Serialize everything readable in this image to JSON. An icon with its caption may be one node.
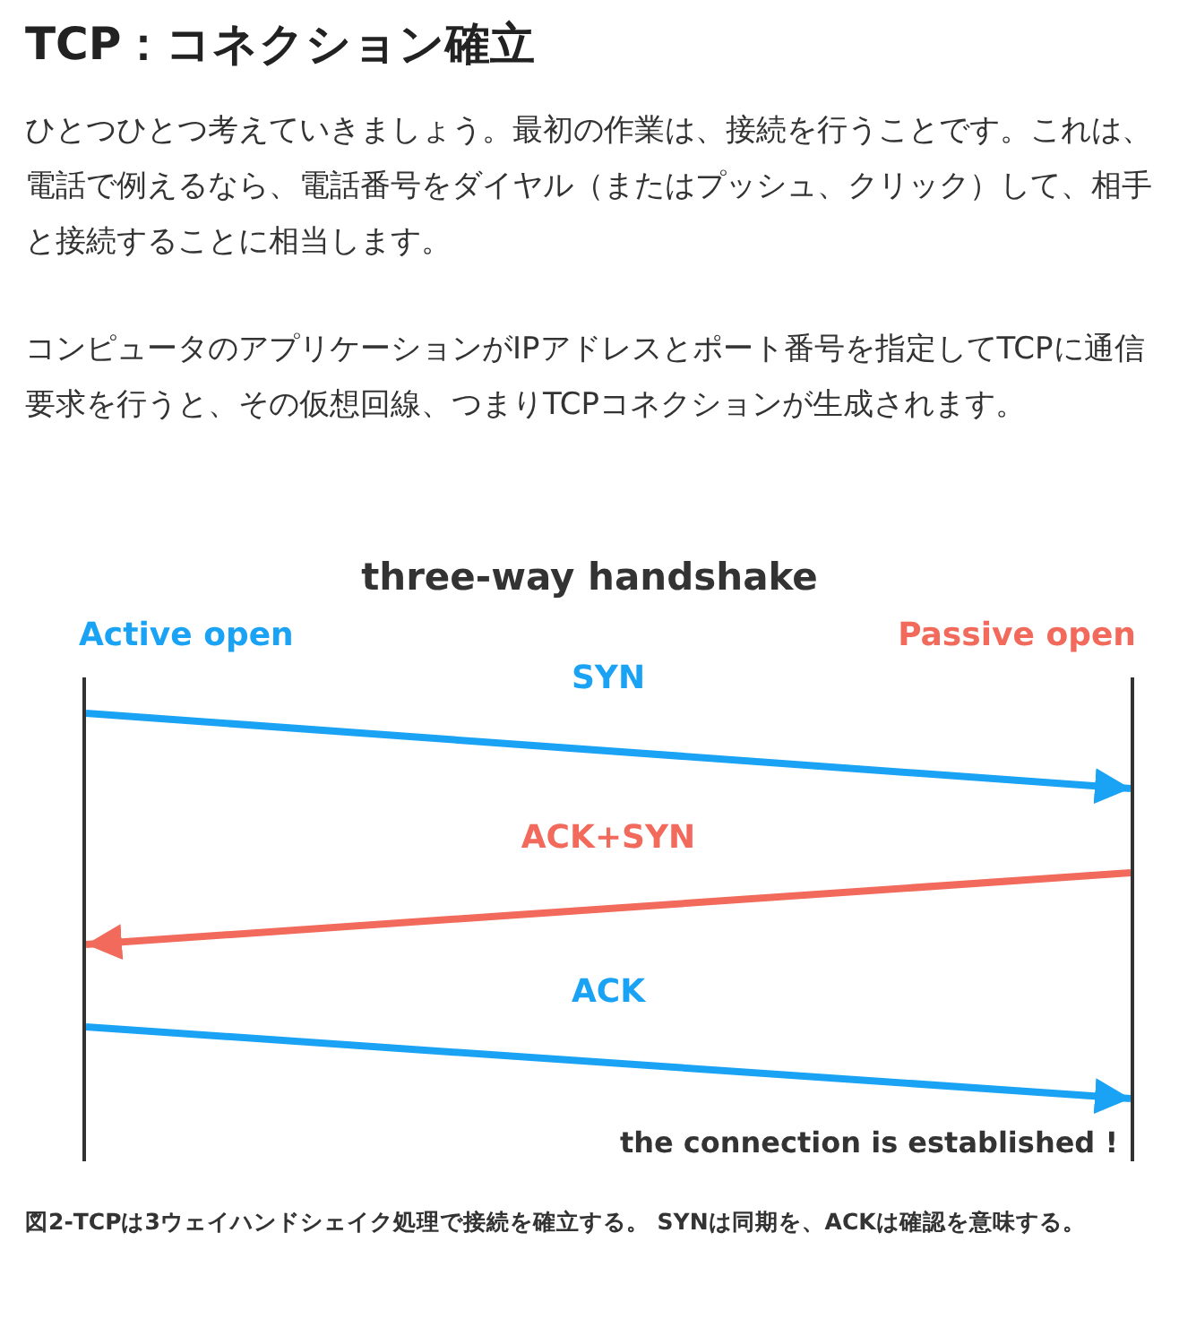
{
  "diagram": {
    "title": "TCP：コネクション確立",
    "nodes": [
      {
        "text": [],
        "shape": "bar"
      },
      {
        "text": [],
        "shape": "bar"
      }
    ],
    "edges": [
      {
        "from": 0,
        "to": 1,
        "arrow": "to",
        "label": "SYN"
      },
      {
        "from": 1,
        "to": 0,
        "arrow": "to",
        "label": "ACK+SYN",
        "color": "#f26a5b"
      },
      {
        "from": 0,
        "to": 1,
        "arrow": "to",
        "label": "ACK"
      }
    ],
    "labels": [
      "ひとつひとつ考えていきましょう。最初の作業は、接続を行うことです。これは、電話で例えるなら、電話番号をダイヤル（またはプッシュ、クリック）して、相手と接続することに相当します。",
      "コンピュータのアプリケーションがIPアドレスとポート番号を指定してTCPに通信要求を行うと、その仮想回線、つまりTCPコネクションが生成されます。",
      "three-way handshake",
      "Active open",
      "Passive open",
      "the connection is established !"
    ],
    "caption": "図2-TCPは3ウェイハンドシェイク処理で接続を確立する。 SYNは同期を、ACKは確認を意味する。"
  }
}
